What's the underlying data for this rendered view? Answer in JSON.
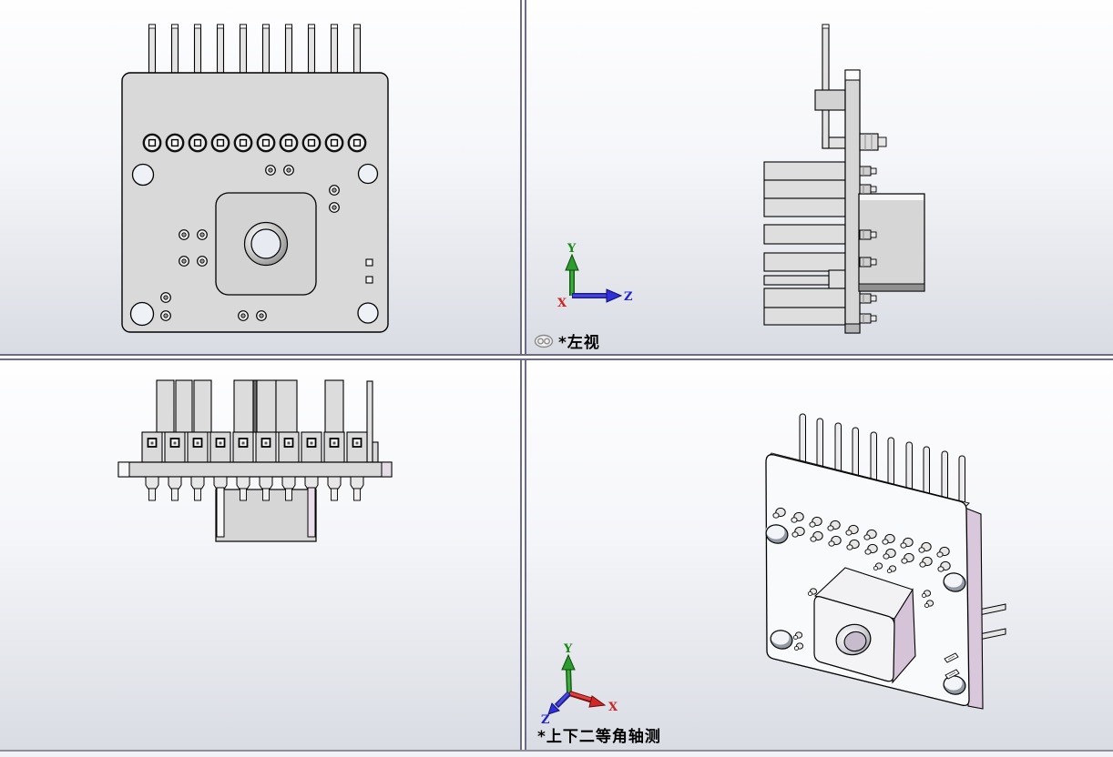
{
  "viewports": {
    "top_left": {
      "view_label": ""
    },
    "top_right": {
      "view_label": "*左视",
      "axis_triad": {
        "up_label": "Y",
        "right_label": "Z",
        "origin_label": "X"
      }
    },
    "bottom_left": {
      "view_label": ""
    },
    "bottom_right": {
      "view_label": "*上下二等角轴测",
      "axis_triad": {
        "up_label": "Y",
        "right_label": "X",
        "lower_left_label": "Z"
      }
    }
  },
  "axis_colors": {
    "x": "#cc2222",
    "y": "#1f8f1f",
    "z": "#2a2ad0"
  },
  "part_colors": {
    "body": "#d9d9d9",
    "outline": "#000000",
    "side_face_tint": "#d9c7db",
    "hole_fill": "#eef1f6",
    "background_top": "#fdfdfe",
    "background_bottom": "#d7dae2",
    "divider": "#6c6c88"
  }
}
